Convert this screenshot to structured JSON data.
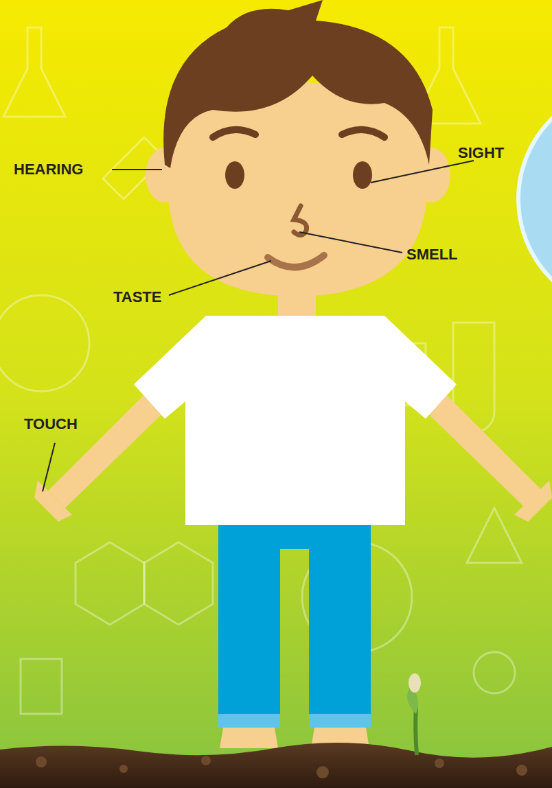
{
  "diagram": {
    "labels": [
      "SIGHT",
      "HEARING",
      "SMELL",
      "TASTE",
      "TOUCH"
    ]
  }
}
